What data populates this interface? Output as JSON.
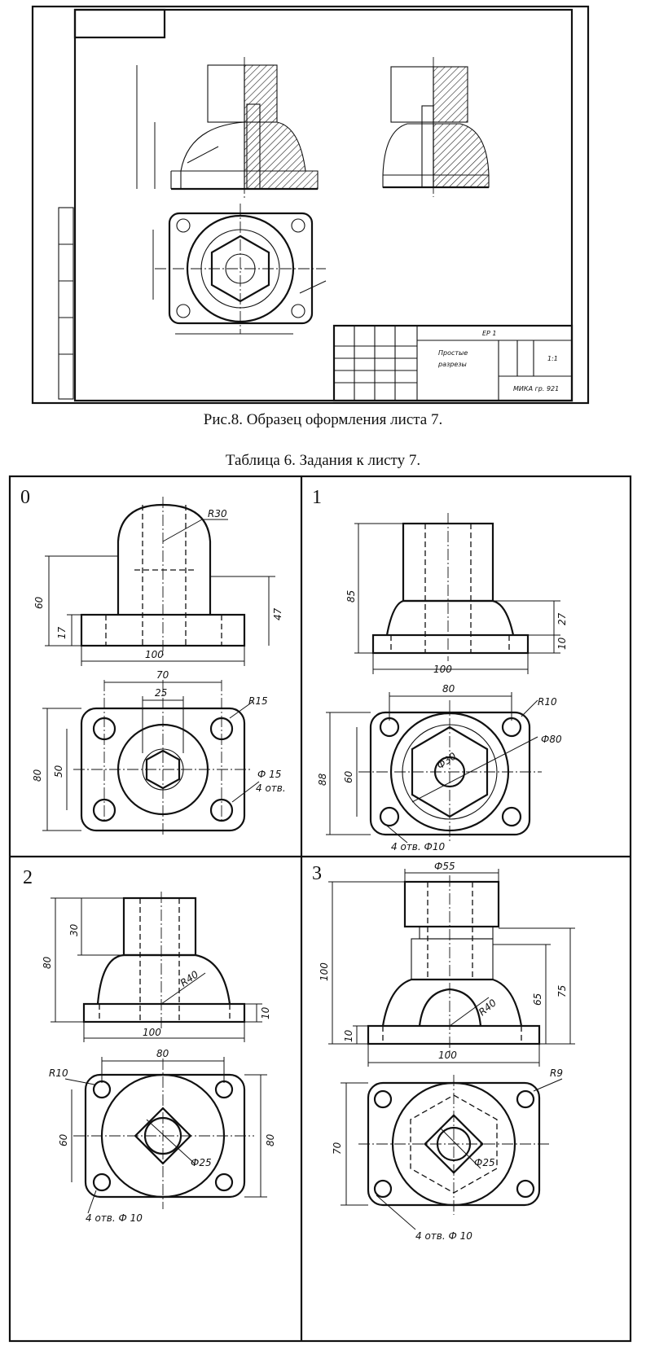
{
  "figure": {
    "caption": "Рис.8. Образец оформления листа 7.",
    "title_block": {
      "sheet_code": "ЕР 1",
      "title_line1": "Простые",
      "title_line2": "разрезы",
      "scale": "1:1",
      "group": "МИКА гр. 921"
    }
  },
  "table": {
    "caption": "Таблица 6. Задания к листу 7.",
    "variants": [
      {
        "number": "0",
        "dims": {
          "r_top": "R30",
          "h_total": "60",
          "h_base": "17",
          "h_right": "47",
          "width": "100",
          "holes_span": "70",
          "hex_width": "25",
          "r_corner": "R15",
          "depth": "80",
          "inner": "50",
          "holes_dia": "Ф 15",
          "holes_count": "4 отв."
        }
      },
      {
        "number": "1",
        "dims": {
          "h_total": "85",
          "h_mid": "27",
          "h_base": "10",
          "width": "100",
          "holes_span": "80",
          "r_corner": "R10",
          "outer_dia": "Ф80",
          "hex_dia": "Ф30",
          "depth": "88",
          "inner": "60",
          "holes_note": "4 отв. Ф10"
        }
      },
      {
        "number": "2",
        "dims": {
          "h_top": "30",
          "h_total": "80",
          "r_dome": "R40",
          "h_base": "10",
          "width": "100",
          "holes_span": "80",
          "r_corner": "R10",
          "inner": "60",
          "depth": "80",
          "hole_dia": "Ф25",
          "holes_note": "4 отв. Ф 10"
        }
      },
      {
        "number": "3",
        "dims": {
          "top_dia": "Ф55",
          "h_total": "100",
          "h_base": "10",
          "r_arch": "R40",
          "h_mid": "65",
          "h_right": "75",
          "width": "100",
          "r_corner": "R9",
          "depth": "70",
          "hole_dia": "Ф25",
          "holes_note": "4 отв. Ф 10"
        }
      }
    ]
  }
}
